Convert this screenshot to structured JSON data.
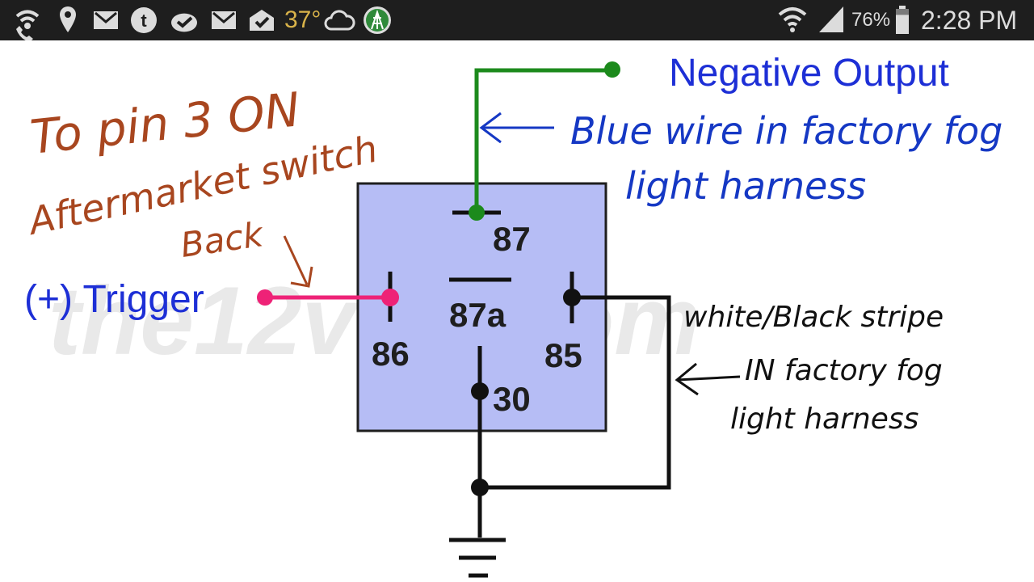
{
  "status_bar": {
    "temperature": "37°",
    "battery_percent": "76%",
    "battery_level": 0.76,
    "time": "2:28 PM",
    "icons": [
      "wifi-call-icon",
      "location-pin-icon",
      "gmail-icon",
      "tumblr-icon",
      "done-icon",
      "email-icon",
      "mail-check-icon",
      "cloud-icon",
      "antenna-app-icon",
      "wifi-icon",
      "signal-icon",
      "battery-icon"
    ]
  },
  "diagram": {
    "labels": {
      "negative_output": "Negative Output",
      "trigger": "(+) Trigger",
      "pin_87": "87",
      "pin_87a": "87a",
      "pin_86": "86",
      "pin_85": "85",
      "pin_30": "30",
      "watermark": "the12volt.com"
    },
    "annotations": {
      "red_line1": "To pin 3 ON",
      "red_line2": "Aftermarket switch",
      "red_line3": "Back",
      "blue_line1": "Blue wire in factory fog",
      "blue_line2": "light harness",
      "black_line1": "white/Black stripe",
      "black_line2": "IN factory fog",
      "black_line3": "light harness"
    },
    "colors": {
      "relay_fill": "#b6bdf5",
      "wire_negative": "#1c8a1c",
      "wire_trigger": "#ee2277",
      "wire_ground": "#000000",
      "label_blue": "#1d2fd6",
      "note_red": "#a8461f",
      "note_blue": "#1538c4",
      "note_black": "#111111"
    }
  }
}
